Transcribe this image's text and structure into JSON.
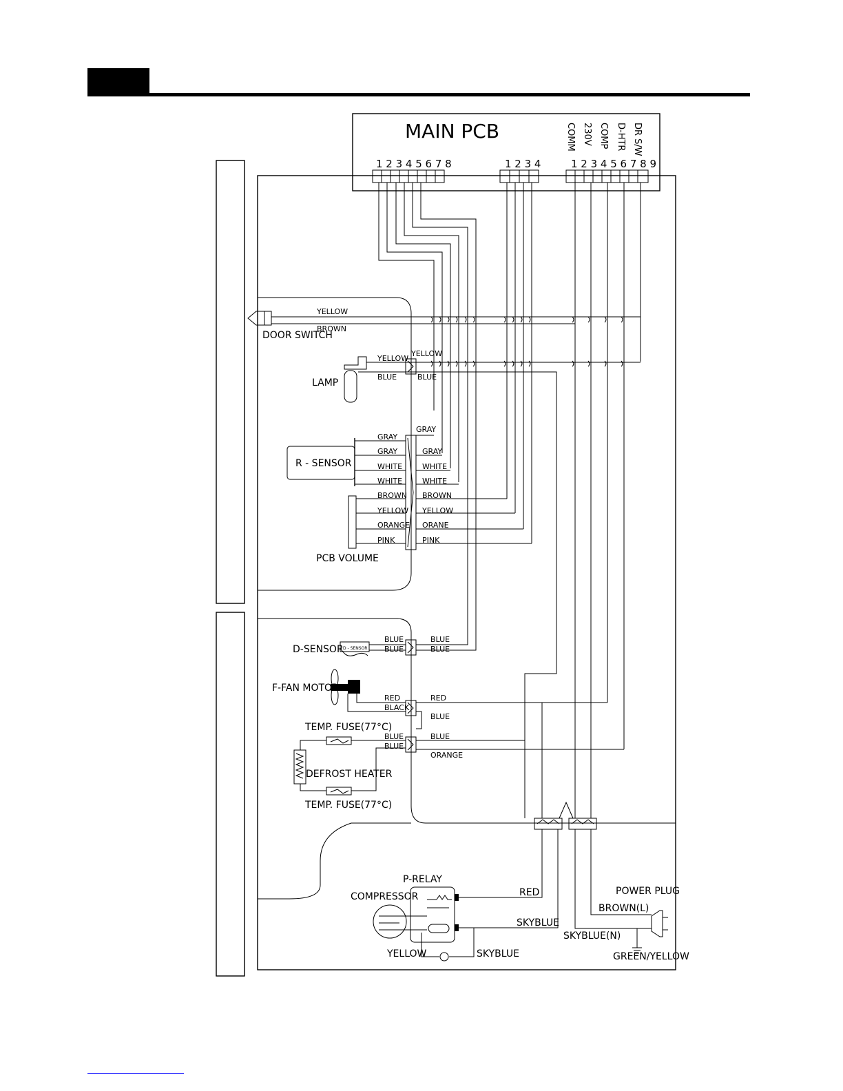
{
  "header": {
    "title": ""
  },
  "main_pcb": {
    "title": "MAIN  PCB",
    "connector_a_pins": "1 2 3 4 5 6 7 8",
    "connector_b_pins": "1 2 3 4",
    "connector_c_pins": "1 2 3 4 5 6 7 8 9",
    "terminal_labels": [
      "COMM",
      "230V",
      "COMP",
      "D-HTR",
      "DR S/W"
    ]
  },
  "components": {
    "door_switch": "DOOR SWITCH",
    "lamp": "LAMP",
    "r_sensor": "R - SENSOR",
    "pcb_volume": "PCB VOLUME",
    "d_sensor": "D-SENSOR",
    "d_sensor_body": "D - SENSOR",
    "f_fan_motor": "F-FAN MOTOR",
    "temp_fuse_top": "TEMP. FUSE(77°C)",
    "defrost_heater": "DEFROST HEATER",
    "temp_fuse_bottom": "TEMP. FUSE(77°C)",
    "p_relay": "P-RELAY",
    "compressor": "COMPRESSOR",
    "power_plug": "POWER PLUG"
  },
  "wire_labels": {
    "door_yellow": "YELLOW",
    "door_brown": "BROWN",
    "lamp_yellow_left": "YELLOW",
    "lamp_yellow_right": "YELLOW",
    "lamp_blue_left": "BLUE",
    "lamp_blue_right": "BLUE",
    "rs_gray_1_left": "GRAY",
    "rs_gray_1_right": "GRAY",
    "rs_gray_2_left": "GRAY",
    "rs_gray_2_right": "GRAY",
    "rs_white_1_left": "WHITE",
    "rs_white_1_right": "WHITE",
    "rs_white_2_left": "WHITE",
    "rs_white_2_right": "WHITE",
    "pv_brown_left": "BROWN",
    "pv_brown_right": "BROWN",
    "pv_yellow_left": "YELLOW",
    "pv_yellow_right": "YELLOW",
    "pv_orange_left": "ORANGE",
    "pv_orange_right": "ORANE",
    "pv_pink_left": "PINK",
    "pv_pink_right": "PINK",
    "ds_blue_1_left": "BLUE",
    "ds_blue_1_right": "BLUE",
    "ds_blue_2_left": "BLUE",
    "ds_blue_2_right": "BLUE",
    "fan_red_left": "RED",
    "fan_red_right": "RED",
    "fan_black_left": "BLACK",
    "fan_blue_right": "BLUE",
    "heater_blue_1_left": "BLUE",
    "heater_blue_1_right": "BLUE",
    "heater_blue_2_left": "BLUE",
    "heater_orange_right": "ORANGE",
    "relay_red": "RED",
    "relay_skyblue": "SKYBLUE",
    "comp_yellow": "YELLOW",
    "comp_skyblue": "SKYBLUE",
    "plug_brown": "BROWN(L)",
    "plug_skyblue": "SKYBLUE(N)",
    "plug_ground": "GREEN/YELLOW"
  }
}
